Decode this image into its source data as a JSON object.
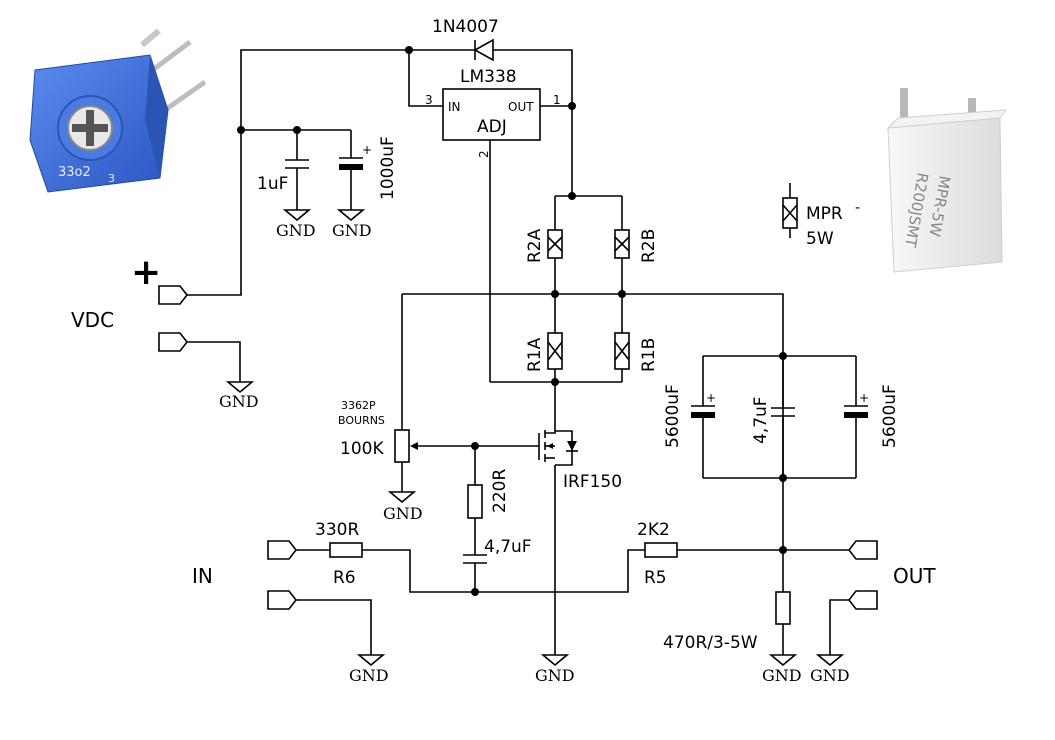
{
  "labels": {
    "diode": "1N4007",
    "regulator": "LM338",
    "reg_pin_in": "IN",
    "reg_pin_out": "OUT",
    "reg_pin_adj": "ADJ",
    "reg_pin3": "3",
    "reg_pin1": "1",
    "reg_pin2": "2",
    "cap_small": "1uF",
    "cap_big": "1000uF",
    "r2a": "R2A",
    "r2b": "R2B",
    "r1a": "R1A",
    "r1b": "R1B",
    "mpr": "MPR",
    "mpr_power": "5W",
    "plus": "+",
    "vdc": "VDC",
    "pot_part1": "3362P",
    "pot_part2": "BOURNS",
    "pot_value": "100K",
    "r_gate": "220R",
    "c_gate": "4,7uF",
    "mosfet": "IRF150",
    "r6_value": "330R",
    "r6": "R6",
    "r5_value": "2K2",
    "r5": "R5",
    "in": "IN",
    "out": "OUT",
    "cap_out1": "5600uF",
    "cap_out_mid": "4,7uF",
    "cap_out2": "5600uF",
    "r_load": "470R/3-5W",
    "gnd": "GND"
  },
  "photos": {
    "trimmer_marking": "33o2",
    "trimmer_pin": "3",
    "resistor_marking1": "MPR-5W",
    "resistor_marking2": "R200JSMT"
  },
  "colors": {
    "trimmer_blue": "#3b6fd8",
    "resistor_body": "#eeeeee",
    "wire": "#000000"
  }
}
